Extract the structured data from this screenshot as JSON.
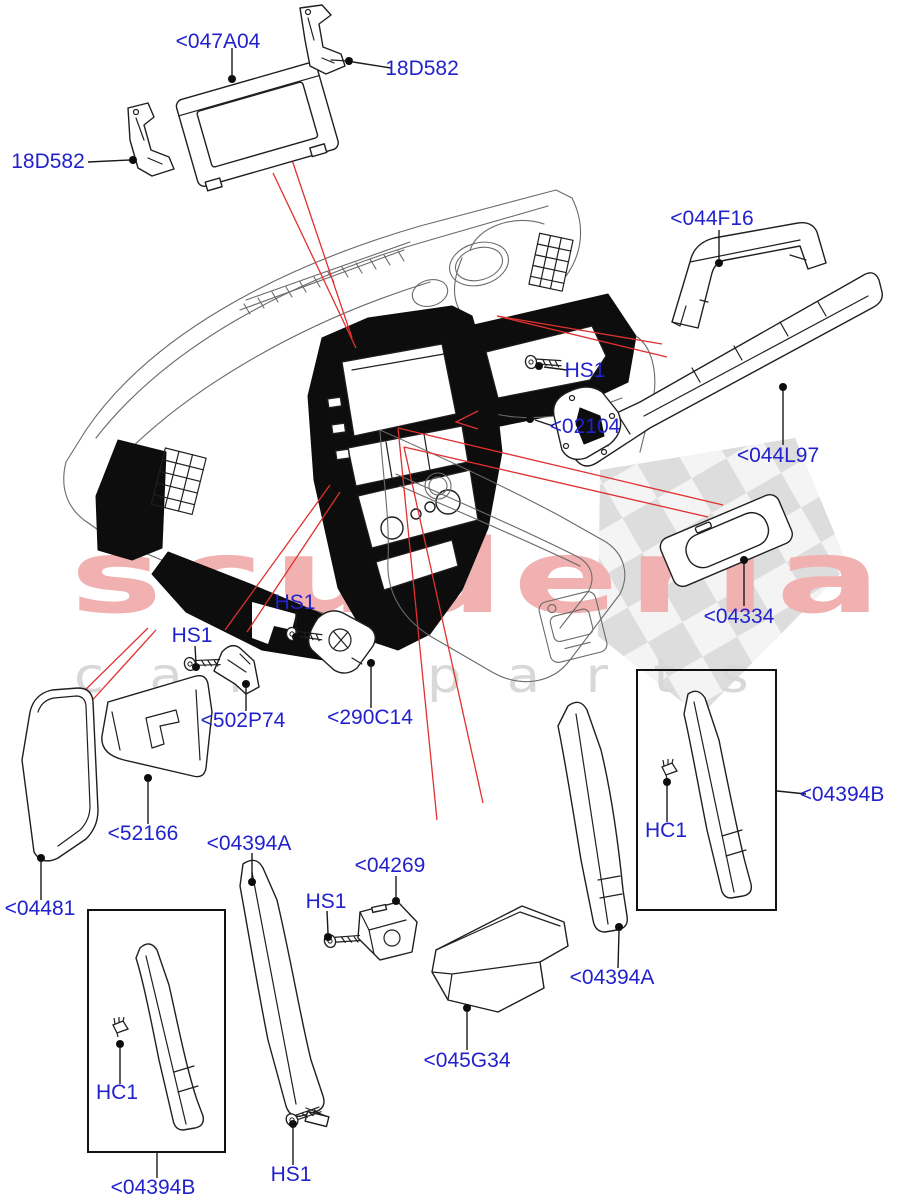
{
  "diagram": {
    "kind": "exploded-parts-diagram",
    "part_labels": [
      {
        "id": "display-unit-label",
        "code": "<047A04"
      },
      {
        "id": "display-bracket-right-label",
        "code": "18D582"
      },
      {
        "id": "display-bracket-left-label",
        "code": "18D582"
      },
      {
        "id": "upper-cover-label",
        "code": "<044F16"
      },
      {
        "id": "screw-right-label",
        "code": "HS1"
      },
      {
        "id": "mounting-bracket-label",
        "code": "<02104"
      },
      {
        "id": "lower-trim-rail-label",
        "code": "<044L97"
      },
      {
        "id": "trim-plate-label",
        "code": "<04334"
      },
      {
        "id": "screw-center-left-label",
        "code": "HS1"
      },
      {
        "id": "screw-center-label",
        "code": "HS1"
      },
      {
        "id": "bracket-502p74-label",
        "code": "<502P74"
      },
      {
        "id": "bracket-290c14-label",
        "code": "<290C14"
      },
      {
        "id": "end-panel-upper-label",
        "code": "<52166"
      },
      {
        "id": "end-panel-outer-label",
        "code": "<04481"
      },
      {
        "id": "pillar-trim-center-label",
        "code": "<04394A"
      },
      {
        "id": "bracket-04269-label",
        "code": "<04269"
      },
      {
        "id": "screw-lower-center-label",
        "code": "HS1"
      },
      {
        "id": "glovebox-insert-label",
        "code": "<045G34"
      },
      {
        "id": "pillar-trim-boxed-right-label",
        "code": "<04394B"
      },
      {
        "id": "clip-right-label",
        "code": "HC1"
      },
      {
        "id": "pillar-trim-right-label",
        "code": "<04394A"
      },
      {
        "id": "pillar-trim-boxed-left-label",
        "code": "<04394B"
      },
      {
        "id": "clip-left-label",
        "code": "HC1"
      },
      {
        "id": "screw-bottom-label",
        "code": "HS1"
      }
    ]
  },
  "watermark": {
    "brand": "scuderia",
    "subtext": "car parts"
  },
  "colors": {
    "background": "#ffffff",
    "label_blue": "#2222cc",
    "leader_red": "#e03030",
    "body_gray": "#6a6a6a",
    "watermark_red": "#f2b1b1",
    "watermark_gray": "#d8d8d8",
    "checker_gray": "#d9d9d9"
  }
}
